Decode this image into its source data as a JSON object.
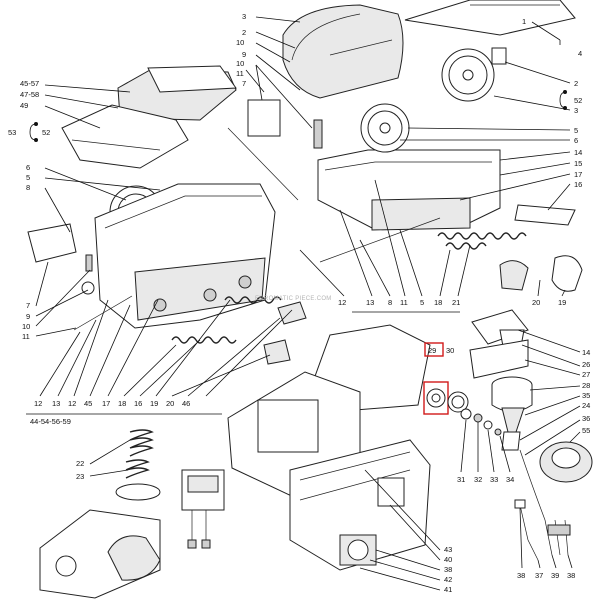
{
  "watermark": "EUROMATIC PIECE.COM",
  "highlight": {
    "label": "29",
    "color": "#d11a1a"
  },
  "labels": {
    "l3a": "3",
    "l2a": "2",
    "l10a": "10",
    "l9a": "9",
    "l10b": "10",
    "l11a": "11",
    "l7a": "7",
    "l1": "1",
    "l4": "4",
    "l4557": "45-57",
    "l4758": "47-58",
    "l49": "49",
    "l53": "53",
    "l52a": "52",
    "l6a": "6",
    "l5a": "5",
    "l8a": "8",
    "l2b": "2",
    "l52b": "52",
    "l3b": "3",
    "l5b": "5",
    "l6b": "6",
    "l14a": "14",
    "l15": "15",
    "l17": "17",
    "l16": "16",
    "l7b": "7",
    "l9b": "9",
    "l10c": "10",
    "l11b": "11",
    "b12a": "12",
    "b13a": "13",
    "b8a": "8",
    "b11a": "11",
    "b5a": "5",
    "b18a": "18",
    "b21": "21",
    "b20a": "20",
    "b19a": "19",
    "b12b": "12",
    "b13b": "13",
    "b12c": "12",
    "b45": "45",
    "b17": "17",
    "b18b": "18",
    "b16": "16",
    "b19b": "19",
    "b20b": "20",
    "b46": "46",
    "group": "44-54-56-59",
    "r29": "29",
    "r30": "30",
    "r14": "14",
    "r26": "26",
    "r27": "27",
    "r28": "28",
    "r35": "35",
    "r24": "24",
    "r36": "36",
    "r55": "55",
    "r31": "31",
    "r32": "32",
    "r33": "33",
    "r34": "34",
    "l22": "22",
    "l23": "23",
    "r43": "43",
    "r40": "40",
    "r38": "38",
    "r42": "42",
    "r41": "41",
    "c38a": "38",
    "c37": "37",
    "c39": "39",
    "c38b": "38"
  }
}
